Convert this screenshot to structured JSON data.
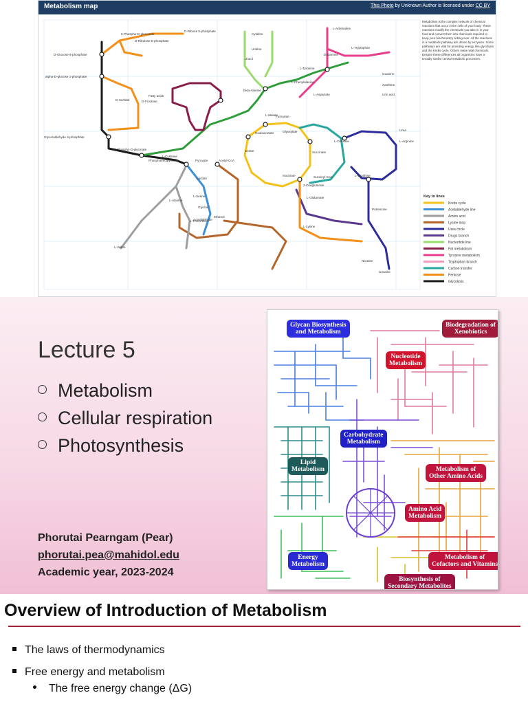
{
  "metabolism_map": {
    "title": "Metabolism map",
    "credit_link1": "This Photo",
    "credit_mid": " by Unknown Author is licensed under ",
    "credit_link2": "CC BY",
    "stations": [
      "D-Glucose 6-phosphate",
      "6-Phospho-D-gluconate",
      "D-Ribose 5-phosphate",
      "D-Ribulose 5-phosphate",
      "alpha-D-glucose 1-phosphate",
      "D-Sorbitol",
      "D-Fructose",
      "Fatty acids",
      "Glyceraldehyde 3-phosphate",
      "3-Phospho-D-glycerate",
      "Phosphoenolpyruvate",
      "Pyruvate",
      "Acetyl-CoA",
      "Lactate",
      "L-Serine",
      "L-Cysteine",
      "Oxaloacetate",
      "Citrate",
      "Isocitrate",
      "2-Oxoglutarate",
      "Succinyl-CoA",
      "Succinate",
      "Fumarate",
      "L-Malate",
      "Glyoxylate",
      "L-Glutamate",
      "L-Alanine",
      "L-Aspartate",
      "Urea",
      "L-Arginine",
      "L-Ornithine",
      "L-Citrulline",
      "Putrescine",
      "L-Tyrosine",
      "L-Phenylalanine",
      "L-Tryptophan",
      "Dopamine",
      "L-Adrenaline",
      "Cytidine",
      "Uridine",
      "Uracil",
      "beta-Alanine",
      "Guanine",
      "Xanthine",
      "Uric acid",
      "L-Lysine",
      "L-Threonine",
      "Glycine",
      "Acetaldehyde",
      "Ethanol",
      "L-Valine",
      "Nicotine",
      "Cocaine"
    ],
    "about_text": "Metabolism is the complex network of chemical reactions that occur in the cells of your body. These reactions modify the chemicals you take in in your food and convert them into chemicals required to keep your biochemistry ticking over. All the reactions in a metabolic pathway are driven by enzymes. Some pathways are vital for providing energy, like glycolysis and the Krebs cycle. Others make vital chemicals. Despite these differences all organisms have a broadly similar central metabolic processes.",
    "key_title": "Key to lines",
    "legend": [
      {
        "label": "Krebs cycle",
        "color": "#f3c21a"
      },
      {
        "label": "Acetaldehyde line",
        "color": "#3d8fd6"
      },
      {
        "label": "Amino acid",
        "color": "#9e9e9e"
      },
      {
        "label": "Lysine loop",
        "color": "#b5652a"
      },
      {
        "label": "Urea circle",
        "color": "#2c2c9a"
      },
      {
        "label": "Drugs branch",
        "color": "#5b3a8e"
      },
      {
        "label": "Nucleotide line",
        "color": "#9adb6e"
      },
      {
        "label": "Fat metabolism",
        "color": "#8a1c4a"
      },
      {
        "label": "Tyrosine metabolism",
        "color": "#e83e8c"
      },
      {
        "label": "Tryptophan branch",
        "color": "#f39ec0"
      },
      {
        "label": "Carbon transfer",
        "color": "#2aa8a0"
      },
      {
        "label": "Pentose",
        "color": "#f29019"
      },
      {
        "label": "Glycolysis",
        "color": "#1b1b1b"
      }
    ]
  },
  "title_slide": {
    "lecture": "Lecture 5",
    "topics": [
      "Metabolism",
      "Cellular respiration",
      "Photosynthesis"
    ],
    "author": "Phorutai Pearngam (Pear)",
    "email": "phorutai.pea@mahidol.edu",
    "year": "Academic year, 2023-2024"
  },
  "kegg_map": {
    "labels": [
      {
        "text": "Glycan Biosynthesis\nand Metabolism",
        "color": "#2d2de0"
      },
      {
        "text": "Biodegradation of\nXenobiotics",
        "color": "#a01c3a"
      },
      {
        "text": "Nucleotide\nMetabolism",
        "color": "#d0142c"
      },
      {
        "text": "Carbohydrate\nMetabolism",
        "color": "#2121c7"
      },
      {
        "text": "Lipid\nMetabolism",
        "color": "#1f5a5a"
      },
      {
        "text": "Metabolism of\nOther Amino Acids",
        "color": "#c0143c"
      },
      {
        "text": "Amino Acid\nMetabolism",
        "color": "#c0143c"
      },
      {
        "text": "Energy\nMetabolism",
        "color": "#2a2ad2"
      },
      {
        "text": "Metabolism of\nCofactors and Vitamins",
        "color": "#c0143c"
      },
      {
        "text": "Biosynthesis of\nSecondary Metabolites",
        "color": "#9c1240"
      }
    ]
  },
  "overview": {
    "title": "Overview of Introduction of Metabolism",
    "bullets": [
      "The laws of thermodynamics",
      "Free energy and metabolism"
    ],
    "sub_bullet": "The free energy change (ΔG)"
  }
}
